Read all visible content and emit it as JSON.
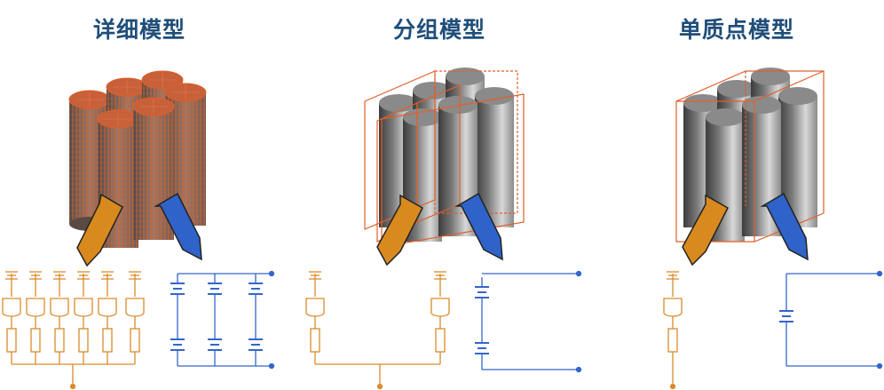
{
  "panels": [
    {
      "title": "详细模型"
    },
    {
      "title": "分组模型"
    },
    {
      "title": "单质点模型"
    }
  ],
  "colors": {
    "title": "#1f4e79",
    "cell_mesh": "#e0602a",
    "cell_body": "#6a6a6a",
    "thermal_circuit": "#d98c2b",
    "electrical_circuit": "#3366cc",
    "thermal_arrow": "#d98a1e",
    "electrical_arrow": "#2f63c9"
  },
  "icons": {
    "thermal_arrow": "orange-arrow-icon",
    "electrical_arrow": "blue-arrow-icon",
    "battery": "battery-symbol-icon",
    "heat_source": "heat-source-icon"
  }
}
